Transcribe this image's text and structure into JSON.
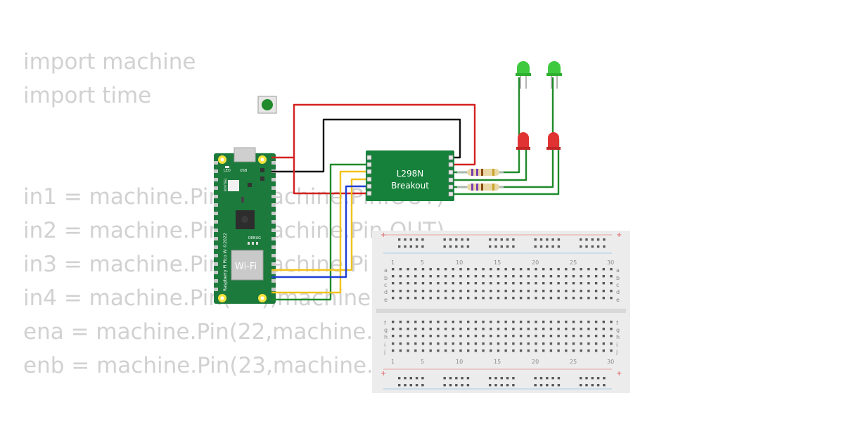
{
  "code_lines": [
    "import machine",
    "import time",
    "in1 = machine.Pin(",
    "achine.Pin.OUT)",
    "in2 = machine.Pin(",
    "achine.Pin.OUT)",
    "in3 = machine.Pin(",
    "achine.Pi",
    "in4 = machine.Pin(",
    "),machine.Pi",
    "ena = machine.Pin(22,machine.Pi",
    "enb = machine.Pin(23,machine.Pi"
  ],
  "pico": {
    "label_led": "LED",
    "label_usb": "USB",
    "label_debug": "DEBUG",
    "label_bootsel": "BOOTSEL",
    "wifi_label": "Wi-Fi",
    "board_text": "Raspberry Pi Pico W ©2022"
  },
  "driver": {
    "line1": "L298N",
    "line2": "Breakout"
  },
  "breadboard": {
    "col_numbers": [
      "1",
      "5",
      "10",
      "15",
      "20",
      "25",
      "30"
    ],
    "rows_top": [
      "a",
      "b",
      "c",
      "d",
      "e"
    ],
    "rows_bottom": [
      "f",
      "g",
      "h",
      "i",
      "j"
    ],
    "plus": "+"
  },
  "colors": {
    "code_text": "#d1d1d1",
    "pico_green": "#1c7a3c",
    "driver_green": "#15813a",
    "wire_red": "#d42020",
    "wire_black": "#111111",
    "wire_green": "#1f8a2a",
    "wire_yellow": "#f2c21b",
    "wire_blue": "#1e3fd6",
    "led_green": "#3ec93e",
    "led_red": "#e03232",
    "breadboard": "#ececec"
  },
  "icons": [
    "pushbutton-icon",
    "led-icon",
    "resistor-icon",
    "usb-connector-icon",
    "wifi-module-icon",
    "chip-icon"
  ]
}
